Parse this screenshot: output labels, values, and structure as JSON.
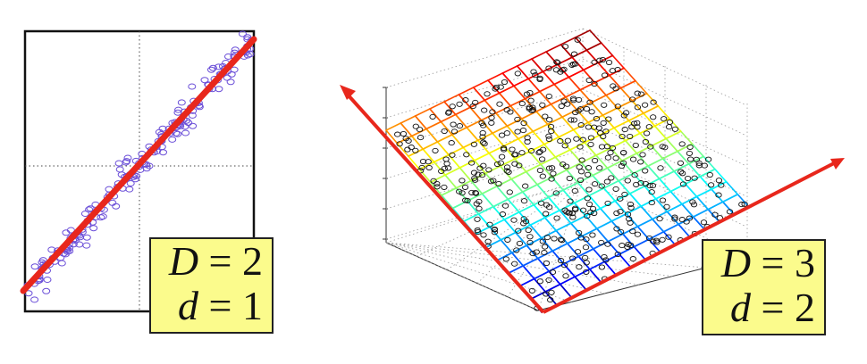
{
  "panels": [
    {
      "name": "2d-scatter",
      "label_lines": [
        {
          "var": "D",
          "eq": "= 2"
        },
        {
          "var": "d",
          "eq": "= 1"
        }
      ],
      "point_color": "#6b4fd8",
      "line_color": "#e8271c"
    },
    {
      "name": "3d-surface",
      "label_lines": [
        {
          "var": "D",
          "eq": "= 3"
        },
        {
          "var": "d",
          "eq": "= 2"
        }
      ],
      "point_color": "#111111",
      "arrow_color": "#e8271c",
      "surface_colormap": "jet"
    }
  ],
  "colors": {
    "label_background": "#fbfb8c",
    "frame": "#111111"
  }
}
